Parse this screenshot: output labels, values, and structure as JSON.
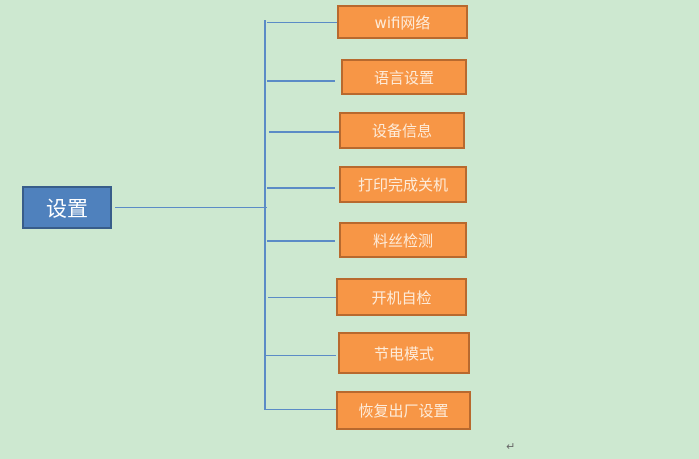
{
  "root": {
    "label": "设置"
  },
  "children": [
    {
      "label": "wifi网络"
    },
    {
      "label": "语言设置"
    },
    {
      "label": "设备信息"
    },
    {
      "label": "打印完成关机"
    },
    {
      "label": "料丝检测"
    },
    {
      "label": "开机自检"
    },
    {
      "label": "节电模式"
    },
    {
      "label": "恢复出厂设置"
    }
  ],
  "paragraph_mark": "↵"
}
